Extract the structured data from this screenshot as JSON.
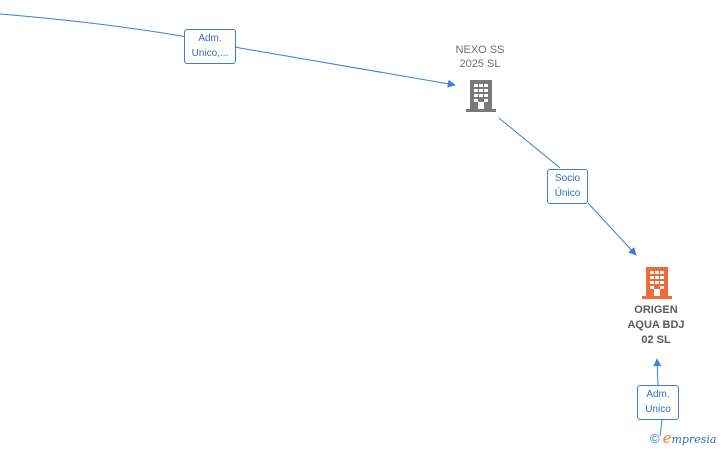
{
  "nodes": {
    "nexo": {
      "name_line1": "NEXO SS",
      "name_line2": "2025  SL",
      "icon": "building-icon",
      "color": "#7a7a7a"
    },
    "origen": {
      "name_line1": "ORIGEN",
      "name_line2": "AQUA BDJ",
      "name_line3": "02  SL",
      "icon": "building-icon",
      "color": "#f06a3c"
    }
  },
  "edges": {
    "top": {
      "line1": "Adm.",
      "line2": "Unico,..."
    },
    "middle": {
      "line1": "Socio",
      "line2": "Único"
    },
    "bottom": {
      "line1": "Adm.",
      "line2": "Unico"
    }
  },
  "edge_color": "#3a7fd5",
  "brand": {
    "copyright": "©",
    "e": "e",
    "rest": "mpresia"
  }
}
